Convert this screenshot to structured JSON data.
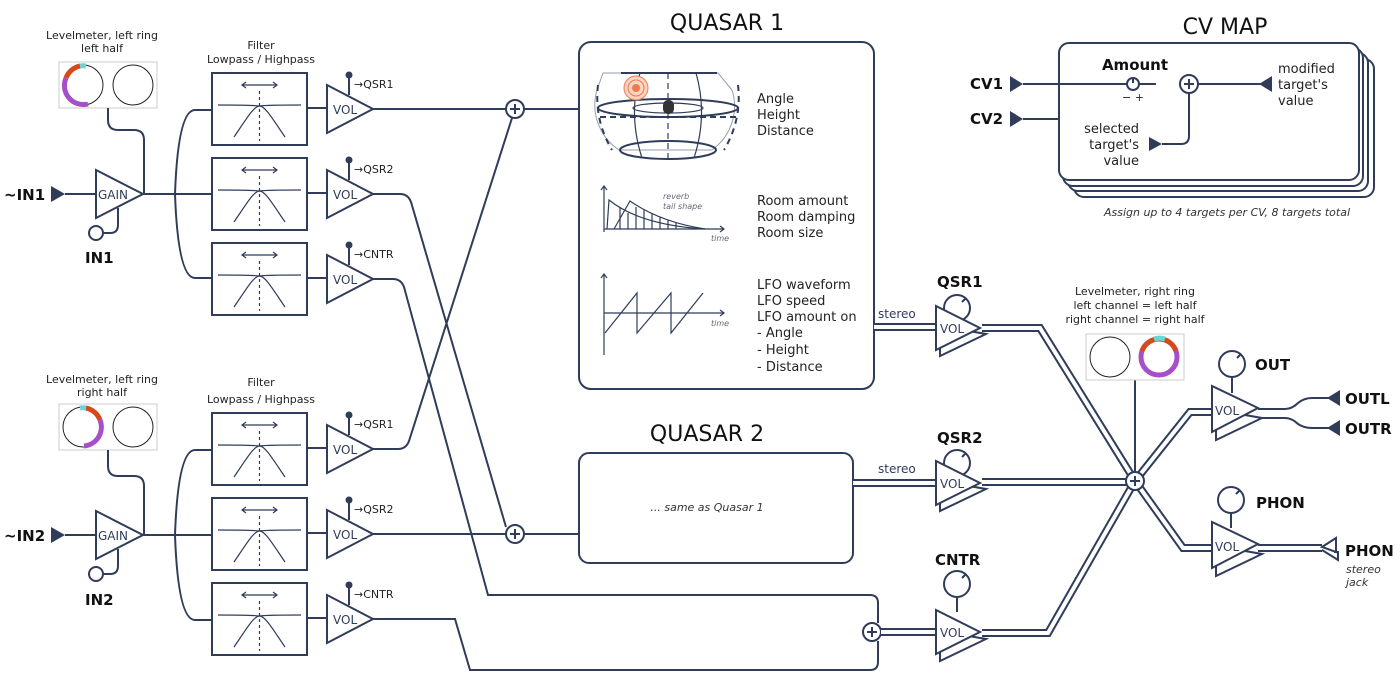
{
  "colors": {
    "line": "#2f3c5a",
    "meter_purple": "#a64fc8",
    "meter_orange": "#d44a1a",
    "meter_cyan": "#6fd3d8",
    "source_orange": "#ee7b4f"
  },
  "inputs": [
    {
      "jack_label": "~IN1",
      "gain_label": "GAIN",
      "knob_label": "IN1",
      "meter_caption_1": "Levelmeter, left ring",
      "meter_caption_2": "left half",
      "filter_caption_1": "Filter",
      "filter_caption_2": "Lowpass / Highpass",
      "channels": [
        {
          "vol_label": "VOL",
          "route": "→QSR1"
        },
        {
          "vol_label": "VOL",
          "route": "→QSR2"
        },
        {
          "vol_label": "VOL",
          "route": "→CNTR"
        }
      ]
    },
    {
      "jack_label": "~IN2",
      "gain_label": "GAIN",
      "knob_label": "IN2",
      "meter_caption_1": "Levelmeter, left ring",
      "meter_caption_2": "right half",
      "filter_caption_1": "Filter",
      "filter_caption_2": "Lowpass / Highpass",
      "channels": [
        {
          "vol_label": "VOL",
          "route": "→QSR1"
        },
        {
          "vol_label": "VOL",
          "route": "→QSR2"
        },
        {
          "vol_label": "VOL",
          "route": "→CNTR"
        }
      ]
    }
  ],
  "quasar1": {
    "title": "QUASAR 1",
    "params_position": [
      "Angle",
      "Height",
      "Distance"
    ],
    "params_room": [
      "Room amount",
      "Room damping",
      "Room size"
    ],
    "params_lfo": [
      "LFO waveform",
      "LFO speed",
      "LFO amount on",
      "- Angle",
      "- Height",
      "- Distance"
    ],
    "reverb_label_1": "reverb",
    "reverb_label_2": "tail shape",
    "time_label": "time",
    "stereo_label": "stereo"
  },
  "quasar2": {
    "title": "QUASAR 2",
    "body": "... same as Quasar 1",
    "stereo_label": "stereo"
  },
  "cv_map": {
    "title": "CV MAP",
    "cv1": "CV1",
    "cv2": "CV2",
    "amount_label": "Amount",
    "amount_range": "− +",
    "selected_1": "selected",
    "selected_2": "target's",
    "selected_3": "value",
    "modified_1": "modified",
    "modified_2": "target's",
    "modified_3": "value",
    "footnote": "Assign up to 4 targets per CV, 8 targets total"
  },
  "mixer": {
    "qsr1": {
      "label": "QSR1",
      "vol_label": "VOL"
    },
    "qsr2": {
      "label": "QSR2",
      "vol_label": "VOL"
    },
    "cntr": {
      "label": "CNTR",
      "vol_label": "VOL"
    },
    "meter_caption_1": "Levelmeter, right ring",
    "meter_caption_2": "left channel = left half",
    "meter_caption_3": "right channel = right half"
  },
  "outputs": {
    "out": {
      "knob_label": "OUT",
      "vol_label": "VOL",
      "jack_l": "OUTL",
      "jack_r": "OUTR"
    },
    "phon": {
      "knob_label": "PHON",
      "vol_label": "VOL",
      "jack": "PHON",
      "jack_note_1": "stereo",
      "jack_note_2": "jack"
    }
  }
}
